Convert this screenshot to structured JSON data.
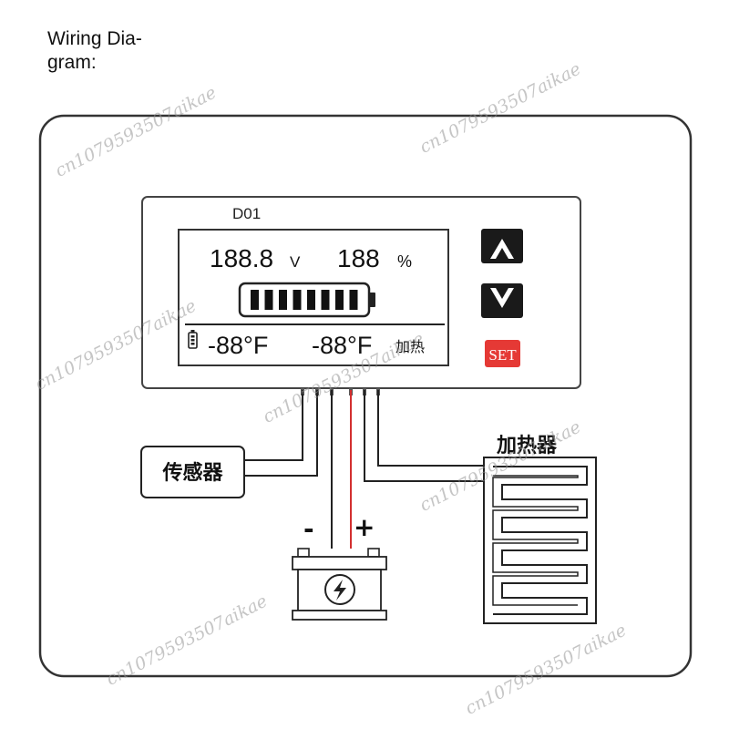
{
  "caption": "Wiring Dia-gram:",
  "device": {
    "model": "D01",
    "voltage_value": "188.8",
    "voltage_unit": "V",
    "percent_value": "188",
    "percent_unit": "%",
    "battery_bars": 8,
    "temp_left": "-88°F",
    "temp_right": "-88°F",
    "heat_label": "加热",
    "set_label": "SET"
  },
  "labels": {
    "sensor": "传感器",
    "heater": "加热器",
    "minus": "-",
    "plus": "+"
  },
  "icons": {
    "up": "arrow-up-icon",
    "down": "arrow-down-icon",
    "battery": "battery-icon",
    "lightning": "lightning-icon"
  },
  "colors": {
    "set_button": "#e53935",
    "positive_wire": "#d32f2f",
    "frame": "#333333"
  },
  "watermark": "cn1079593507aikae"
}
